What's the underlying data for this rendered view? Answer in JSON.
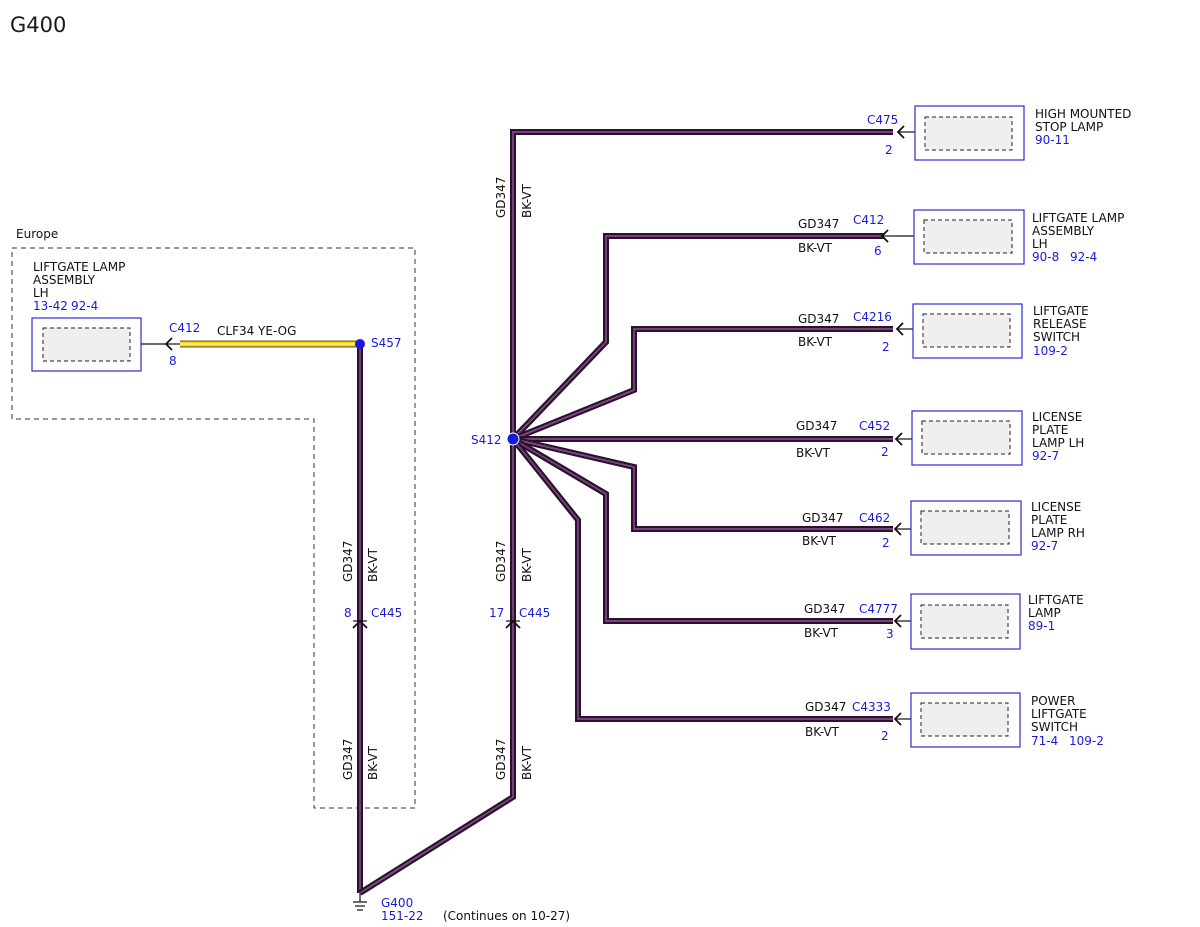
{
  "page": {
    "title": "G400",
    "colors": {
      "wire_dark": "#2b1030",
      "wire_stripe": "#e6a0e6",
      "wire_yellow": "#f2dc1a",
      "wire_yellow_edge": "#7a6a10",
      "label_blue": "#1a1adc",
      "box_border": "#2b2bd6",
      "box_fill": "#efefef"
    },
    "region": {
      "label": "Europe"
    },
    "left_component": {
      "lines": [
        "LIFTGATE LAMP",
        "ASSEMBLY",
        "LH"
      ],
      "refs": [
        "13-42",
        "92-4"
      ],
      "connector": "C412",
      "pin": "8",
      "wire_label": "CLF34  YE-OG"
    },
    "splices": {
      "s457": "S457",
      "s412": "S412"
    },
    "vertical_labels": {
      "circuit": "GD347",
      "color": "BK-VT"
    },
    "inline_connectors": {
      "left": {
        "name": "C445",
        "pin": "8"
      },
      "right": {
        "name": "C445",
        "pin": "17"
      }
    },
    "ground": {
      "name": "G400",
      "ref": "151-22",
      "note": "(Continues on 10-27)"
    },
    "branches": [
      {
        "circuit": "",
        "color": "",
        "connector": "C475",
        "pin": "2",
        "lines": [
          "HIGH MOUNTED",
          "STOP LAMP"
        ],
        "refs": [
          "90-11"
        ]
      },
      {
        "circuit": "GD347",
        "color": "BK-VT",
        "connector": "C412",
        "pin": "6",
        "lines": [
          "LIFTGATE LAMP",
          "ASSEMBLY",
          "LH"
        ],
        "refs": [
          "90-8",
          "92-4"
        ]
      },
      {
        "circuit": "GD347",
        "color": "BK-VT",
        "connector": "C4216",
        "pin": "2",
        "lines": [
          "LIFTGATE",
          "RELEASE",
          "SWITCH"
        ],
        "refs": [
          "109-2"
        ]
      },
      {
        "circuit": "GD347",
        "color": "BK-VT",
        "connector": "C452",
        "pin": "2",
        "lines": [
          "LICENSE",
          "PLATE",
          "LAMP LH"
        ],
        "refs": [
          "92-7"
        ]
      },
      {
        "circuit": "GD347",
        "color": "BK-VT",
        "connector": "C462",
        "pin": "2",
        "lines": [
          "LICENSE",
          "PLATE",
          "LAMP RH"
        ],
        "refs": [
          "92-7"
        ]
      },
      {
        "circuit": "GD347",
        "color": "BK-VT",
        "connector": "C4777",
        "pin": "3",
        "lines": [
          "LIFTGATE",
          "LAMP"
        ],
        "refs": [
          "89-1"
        ]
      },
      {
        "circuit": "GD347",
        "color": "BK-VT",
        "connector": "C4333",
        "pin": "2",
        "lines": [
          "POWER",
          "LIFTGATE",
          "SWITCH"
        ],
        "refs": [
          "71-4",
          "109-2"
        ]
      }
    ]
  }
}
